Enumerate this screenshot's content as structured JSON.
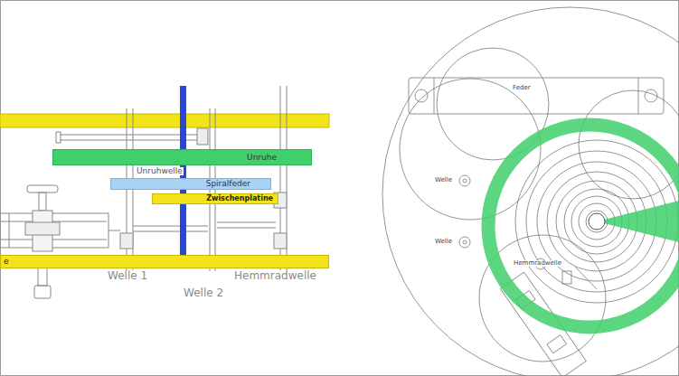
{
  "diagram": {
    "nodes": [
      {
        "text": [
          "Unruhe"
        ]
      },
      {
        "text": [
          "Spiralfeder"
        ]
      },
      {
        "text": [
          "Zwischenplatine"
        ]
      },
      {
        "text": [
          "e"
        ]
      }
    ],
    "labels": [
      "Unruhwelle",
      "Welle 1",
      "Welle 2",
      "Hemmradwelle",
      "Feder",
      "Welle",
      "Welle",
      "Hemmradwelle"
    ]
  }
}
